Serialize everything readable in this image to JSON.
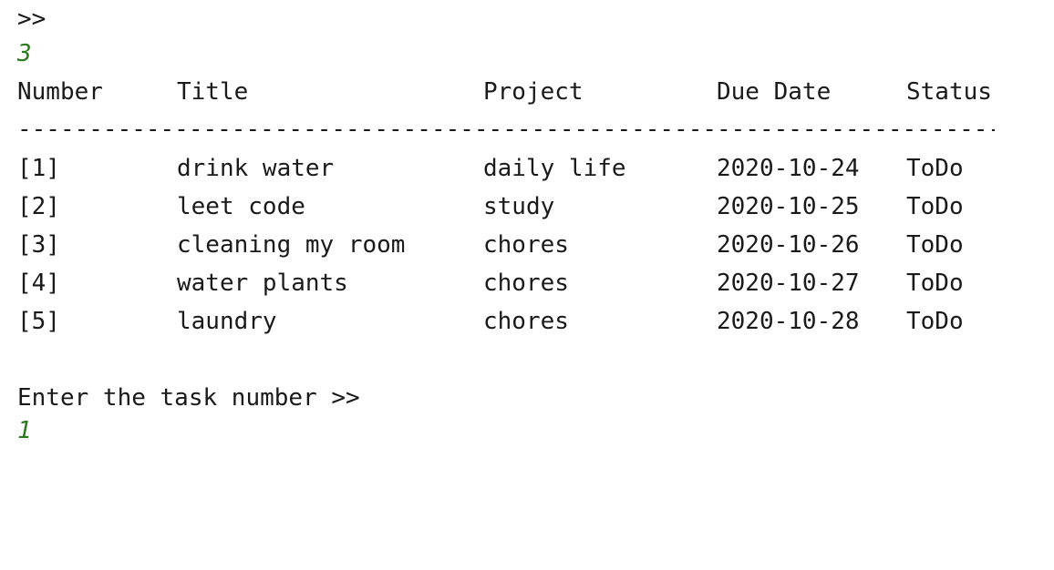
{
  "console": {
    "prompt_top": ">>",
    "input_menu_choice": "3",
    "table": {
      "headers": {
        "number": "Number",
        "title": "Title",
        "project": "Project",
        "due_date": "Due Date",
        "status": "Status"
      },
      "divider": "--------------------------------------------------------------------------------------------------------------------",
      "rows": [
        {
          "number": "[1]",
          "title": "drink water",
          "project": "daily life",
          "due_date": "2020-10-24",
          "status": "ToDo"
        },
        {
          "number": "[2]",
          "title": "leet code",
          "project": "study",
          "due_date": "2020-10-25",
          "status": "ToDo"
        },
        {
          "number": "[3]",
          "title": "cleaning my room",
          "project": "chores",
          "due_date": "2020-10-26",
          "status": "ToDo"
        },
        {
          "number": "[4]",
          "title": "water plants",
          "project": "chores",
          "due_date": "2020-10-27",
          "status": "ToDo"
        },
        {
          "number": "[5]",
          "title": "laundry",
          "project": "chores",
          "due_date": "2020-10-28",
          "status": "ToDo"
        }
      ]
    },
    "prompt_task_number": "Enter the task number >>",
    "input_task_number": "1",
    "colors": {
      "text": "#1a1a1a",
      "user_input": "#2b7a1e",
      "background": "#ffffff"
    }
  }
}
